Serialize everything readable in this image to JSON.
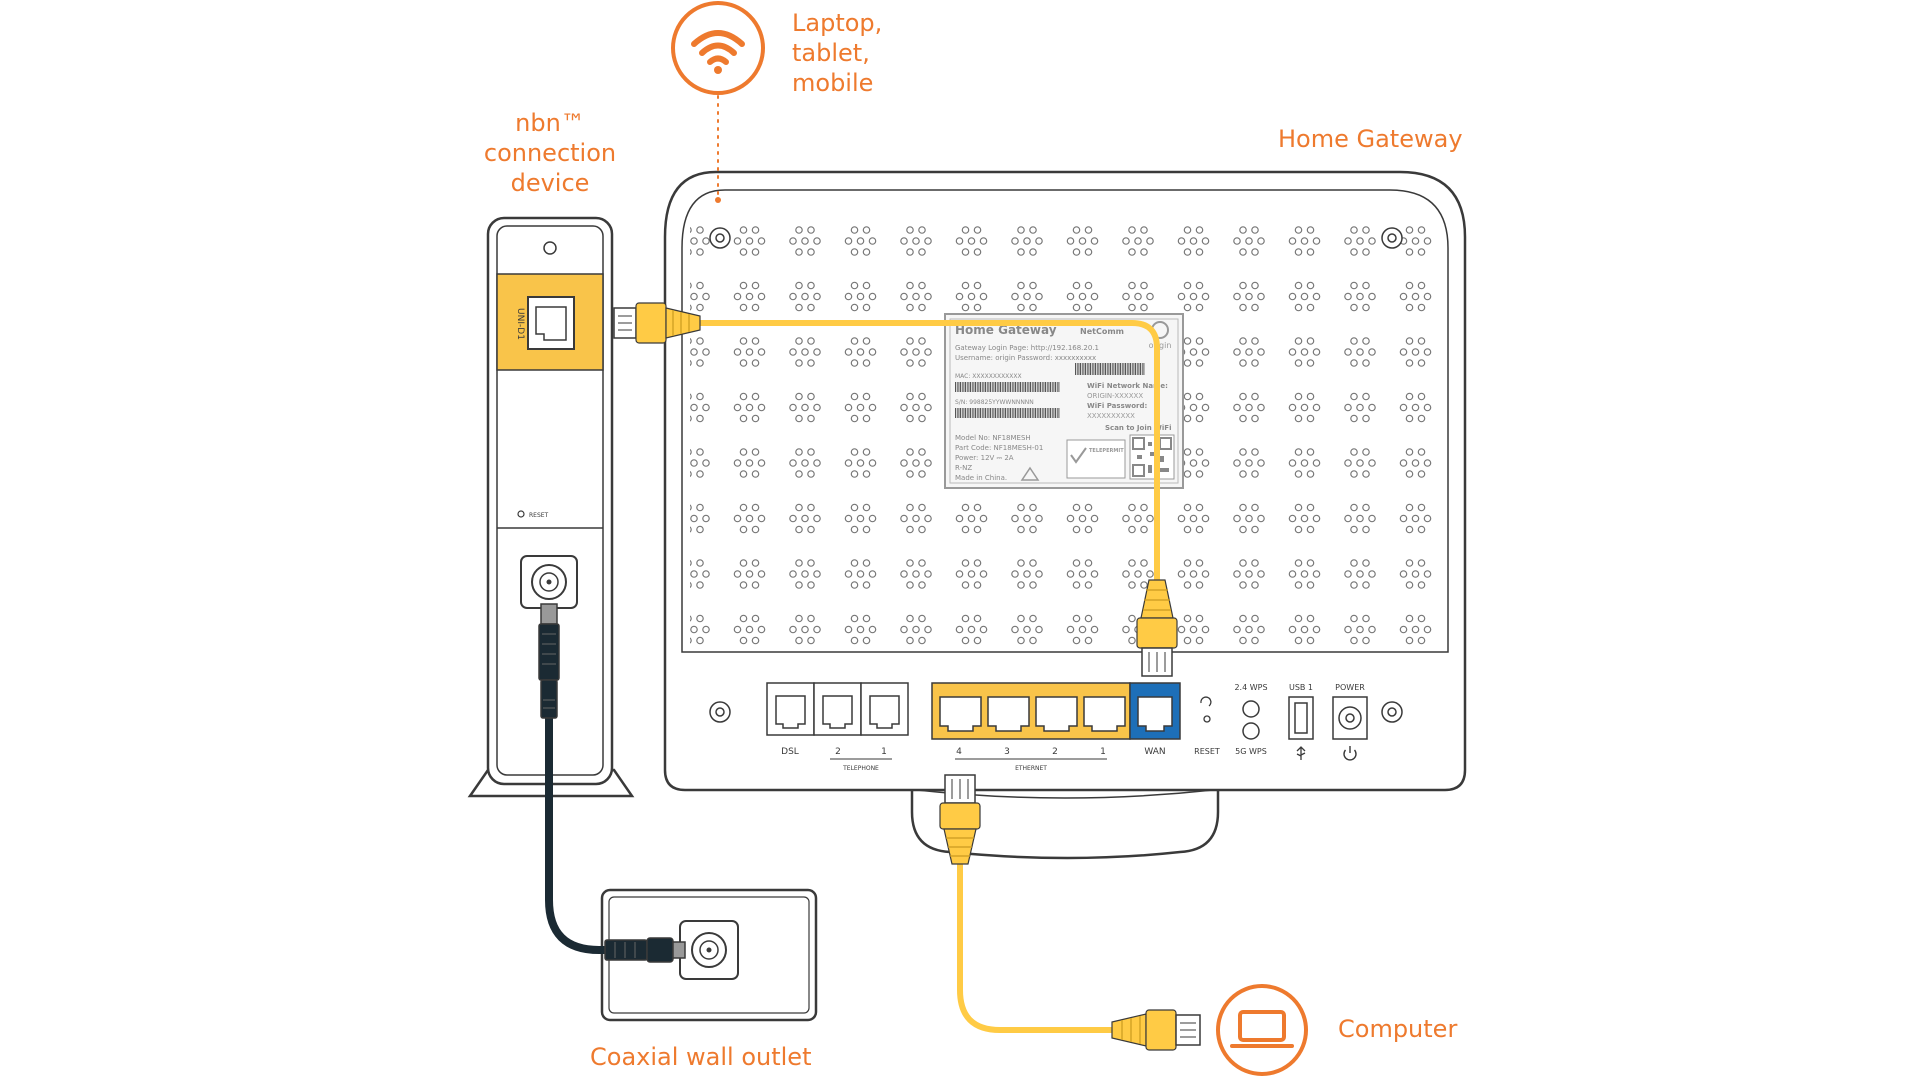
{
  "labels": {
    "wifi_devices": [
      "Laptop,",
      "tablet,",
      "mobile"
    ],
    "nbn_device": [
      "nbn™",
      "connection",
      "device"
    ],
    "home_gateway": "Home Gateway",
    "computer": "Computer",
    "coaxial_outlet": "Coaxial wall outlet"
  },
  "nbn": {
    "port_label": "UNI-D1",
    "reset_label": "RESET"
  },
  "sticker": {
    "title": "Home Gateway",
    "brand": "NetComm",
    "origin": "origin",
    "login_line": "Gateway Login Page: http://192.168.20.1",
    "user_line": "Username: origin  Password: xxxxxxxxxx",
    "mac_line": "MAC: XXXXXXXXXXXX",
    "sn_line": "S/N: 998825YYWWNNNNN",
    "wifi_name_label": "WiFi Network Name:",
    "wifi_name_value": "ORIGIN-XXXXXX",
    "wifi_pass_label": "WiFi Password:",
    "wifi_pass_value": "XXXXXXXXXX",
    "scan_label": "Scan to Join WiFi",
    "model_line": "Model No: NF18MESH",
    "part_line": "Part Code: NF18MESH-01",
    "power_line": "Power: 12V ⎓ 2A",
    "rnz_line": "R-NZ",
    "made_line": "Made in China.",
    "telepermit": "TELEPERMIT"
  },
  "ports": {
    "dsl": "DSL",
    "telephone_numbers": [
      "2",
      "1"
    ],
    "telephone": "TELEPHONE",
    "ethernet_numbers": [
      "4",
      "3",
      "2",
      "1"
    ],
    "ethernet": "ETHERNET",
    "wan": "WAN",
    "reset": "RESET",
    "wps24": "2.4 WPS",
    "wps5": "5G WPS",
    "usb": "USB 1",
    "power": "POWER"
  },
  "colors": {
    "accent_orange": "#EE7A2E",
    "cable_yellow": "#FFCB45",
    "port_yellow": "#F9C44A",
    "wan_blue": "#1D6FB8",
    "coax_dark": "#1B2A33",
    "outline": "#3a3a3a"
  }
}
